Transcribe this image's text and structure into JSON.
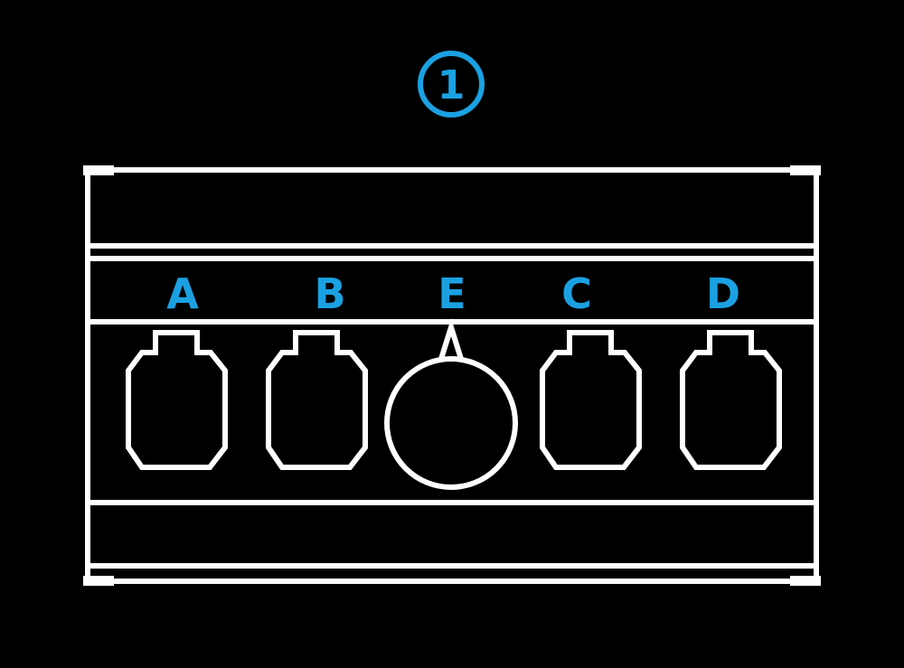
{
  "step": {
    "number": "1"
  },
  "panel": {
    "controls": [
      {
        "id": "a",
        "label": "A",
        "shape": "button"
      },
      {
        "id": "b",
        "label": "B",
        "shape": "button"
      },
      {
        "id": "e",
        "label": "E",
        "shape": "dial"
      },
      {
        "id": "c",
        "label": "C",
        "shape": "button"
      },
      {
        "id": "d",
        "label": "D",
        "shape": "button"
      }
    ]
  },
  "colors": {
    "background": "#000000",
    "line": "#ffffff",
    "accent": "#1ba1e2"
  }
}
